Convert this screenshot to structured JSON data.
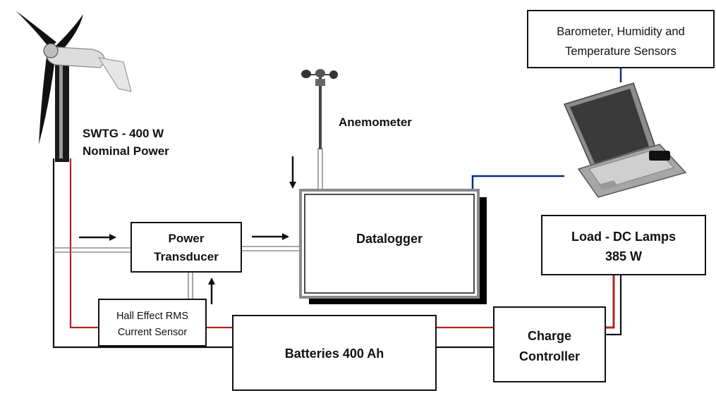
{
  "turbine": {
    "label_line1": "SWTG - 400 W",
    "label_line2": "Nominal Power"
  },
  "anemometer": {
    "label": "Anemometer"
  },
  "sensors_box": {
    "line1": "Barometer, Humidity and",
    "line2": "Temperature Sensors"
  },
  "power_transducer": {
    "line1": "Power",
    "line2": "Transducer"
  },
  "datalogger": {
    "label": "Datalogger"
  },
  "load": {
    "line1": "Load - DC Lamps",
    "line2": "385 W"
  },
  "hall_sensor": {
    "line1": "Hall Effect RMS",
    "line2": "Current Sensor"
  },
  "batteries": {
    "label": "Batteries 400 Ah"
  },
  "charge_controller": {
    "line1": "Charge",
    "line2": "Controller"
  },
  "colors": {
    "wire_black": "#111111",
    "wire_red": "#b2241c",
    "wire_blue": "#0b2a8c",
    "signal_grey": "#777777",
    "shadow": "#000000"
  }
}
